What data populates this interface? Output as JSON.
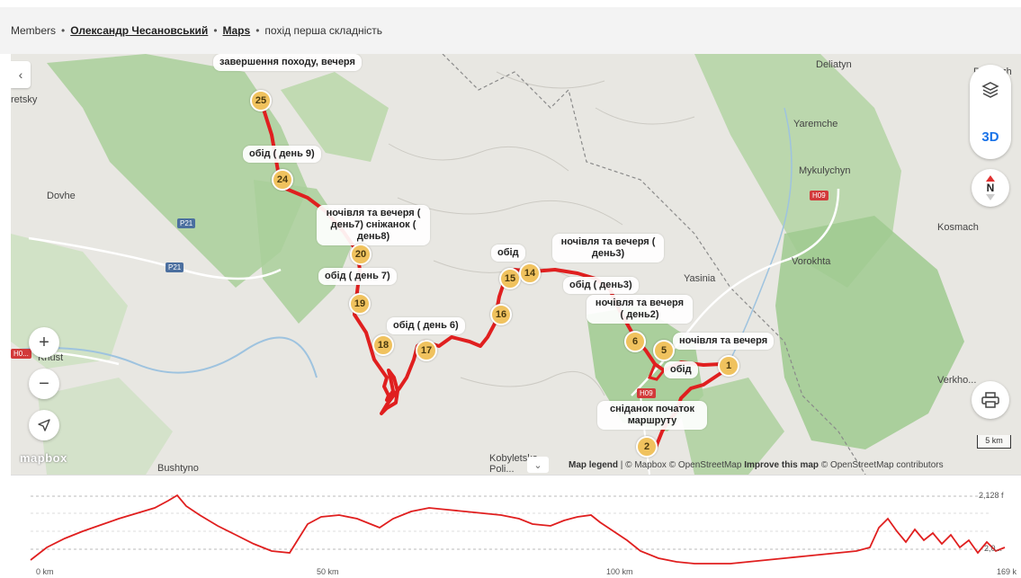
{
  "breadcrumb": {
    "members": "Members",
    "user": "Олександр Чесановський",
    "maps": "Maps",
    "title": "похід перша складність"
  },
  "map": {
    "places": [
      "Deliatyn",
      "Pe...nizh",
      "retsky",
      "Yaremche",
      "Mykulychyn",
      "Dovhe",
      "Kosmach",
      "Vorokhta",
      "Yasinia",
      "Khust",
      "Verkho...",
      "Bushtyno",
      "Kobyletska Poli..."
    ],
    "roads": [
      "P21",
      "P21",
      "H09",
      "H09",
      "H0..."
    ],
    "waypoints": [
      "25",
      "24",
      "20",
      "19",
      "18",
      "17",
      "16",
      "15",
      "14",
      "6",
      "5",
      "1",
      "2"
    ],
    "labels": {
      "wp25": "завершення походу, вечеря",
      "wp24": "обід ( день 9)",
      "wp20": "ночівля та вечеря ( день7) сніжанок ( день8)",
      "wp19": "обід ( день 7)",
      "wp17": "обід ( день 6)",
      "wp15": "обід",
      "wp14": "ночівля та вечеря ( день3)",
      "obid3": "обід ( день3)",
      "wp6": "ночівля та вечеря ( день2)",
      "wp5": "ночівля та вечеря",
      "obid": "обід",
      "wp2": "сніданок початок маршруту"
    },
    "controls": {
      "three_d": "3D",
      "north": "N",
      "zoom_in": "+",
      "zoom_out": "−",
      "collapse": "‹",
      "legend_toggle": "⌄"
    },
    "icons": [
      "layers-icon",
      "compass-icon",
      "locate-arrow-icon",
      "print-icon",
      "chevron-left-icon",
      "chevron-down-icon"
    ],
    "attribution": {
      "legend": "Map legend",
      "mapbox": "© Mapbox",
      "osm": "© OpenStreetMap",
      "improve": "Improve this map",
      "osm_contrib": "© OpenStreetMap contributors"
    },
    "scale": "5 km",
    "logo": "mapbox",
    "route_color": "#e01f1f",
    "waypoint_color": "#f0c25e"
  },
  "elevation": {
    "max_label": "2,128 f",
    "min_label": "2,0...",
    "x_ticks": [
      "0 km",
      "50 km",
      "100 km",
      "169 k"
    ],
    "line_color": "#e01f1f"
  }
}
